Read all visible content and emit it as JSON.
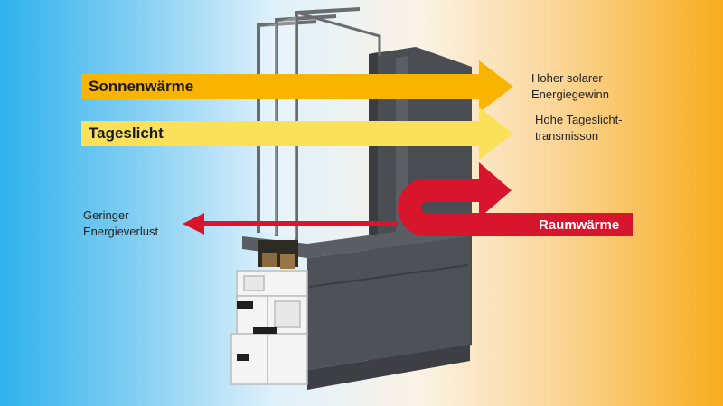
{
  "arrows": {
    "sun": {
      "label": "Sonnenwärme",
      "color": "#f9b400"
    },
    "daylight": {
      "label": "Tageslicht",
      "color": "#fbe15a"
    },
    "room": {
      "label": "Raumwärme",
      "color": "#d8152d"
    }
  },
  "captions": {
    "solar_gain": [
      "Hoher solarer",
      "Energiegewinn"
    ],
    "daylight_transmission": [
      "Hohe Tageslicht-",
      "transmisson"
    ],
    "energy_loss": [
      "Geringer",
      "Energieverlust"
    ]
  }
}
